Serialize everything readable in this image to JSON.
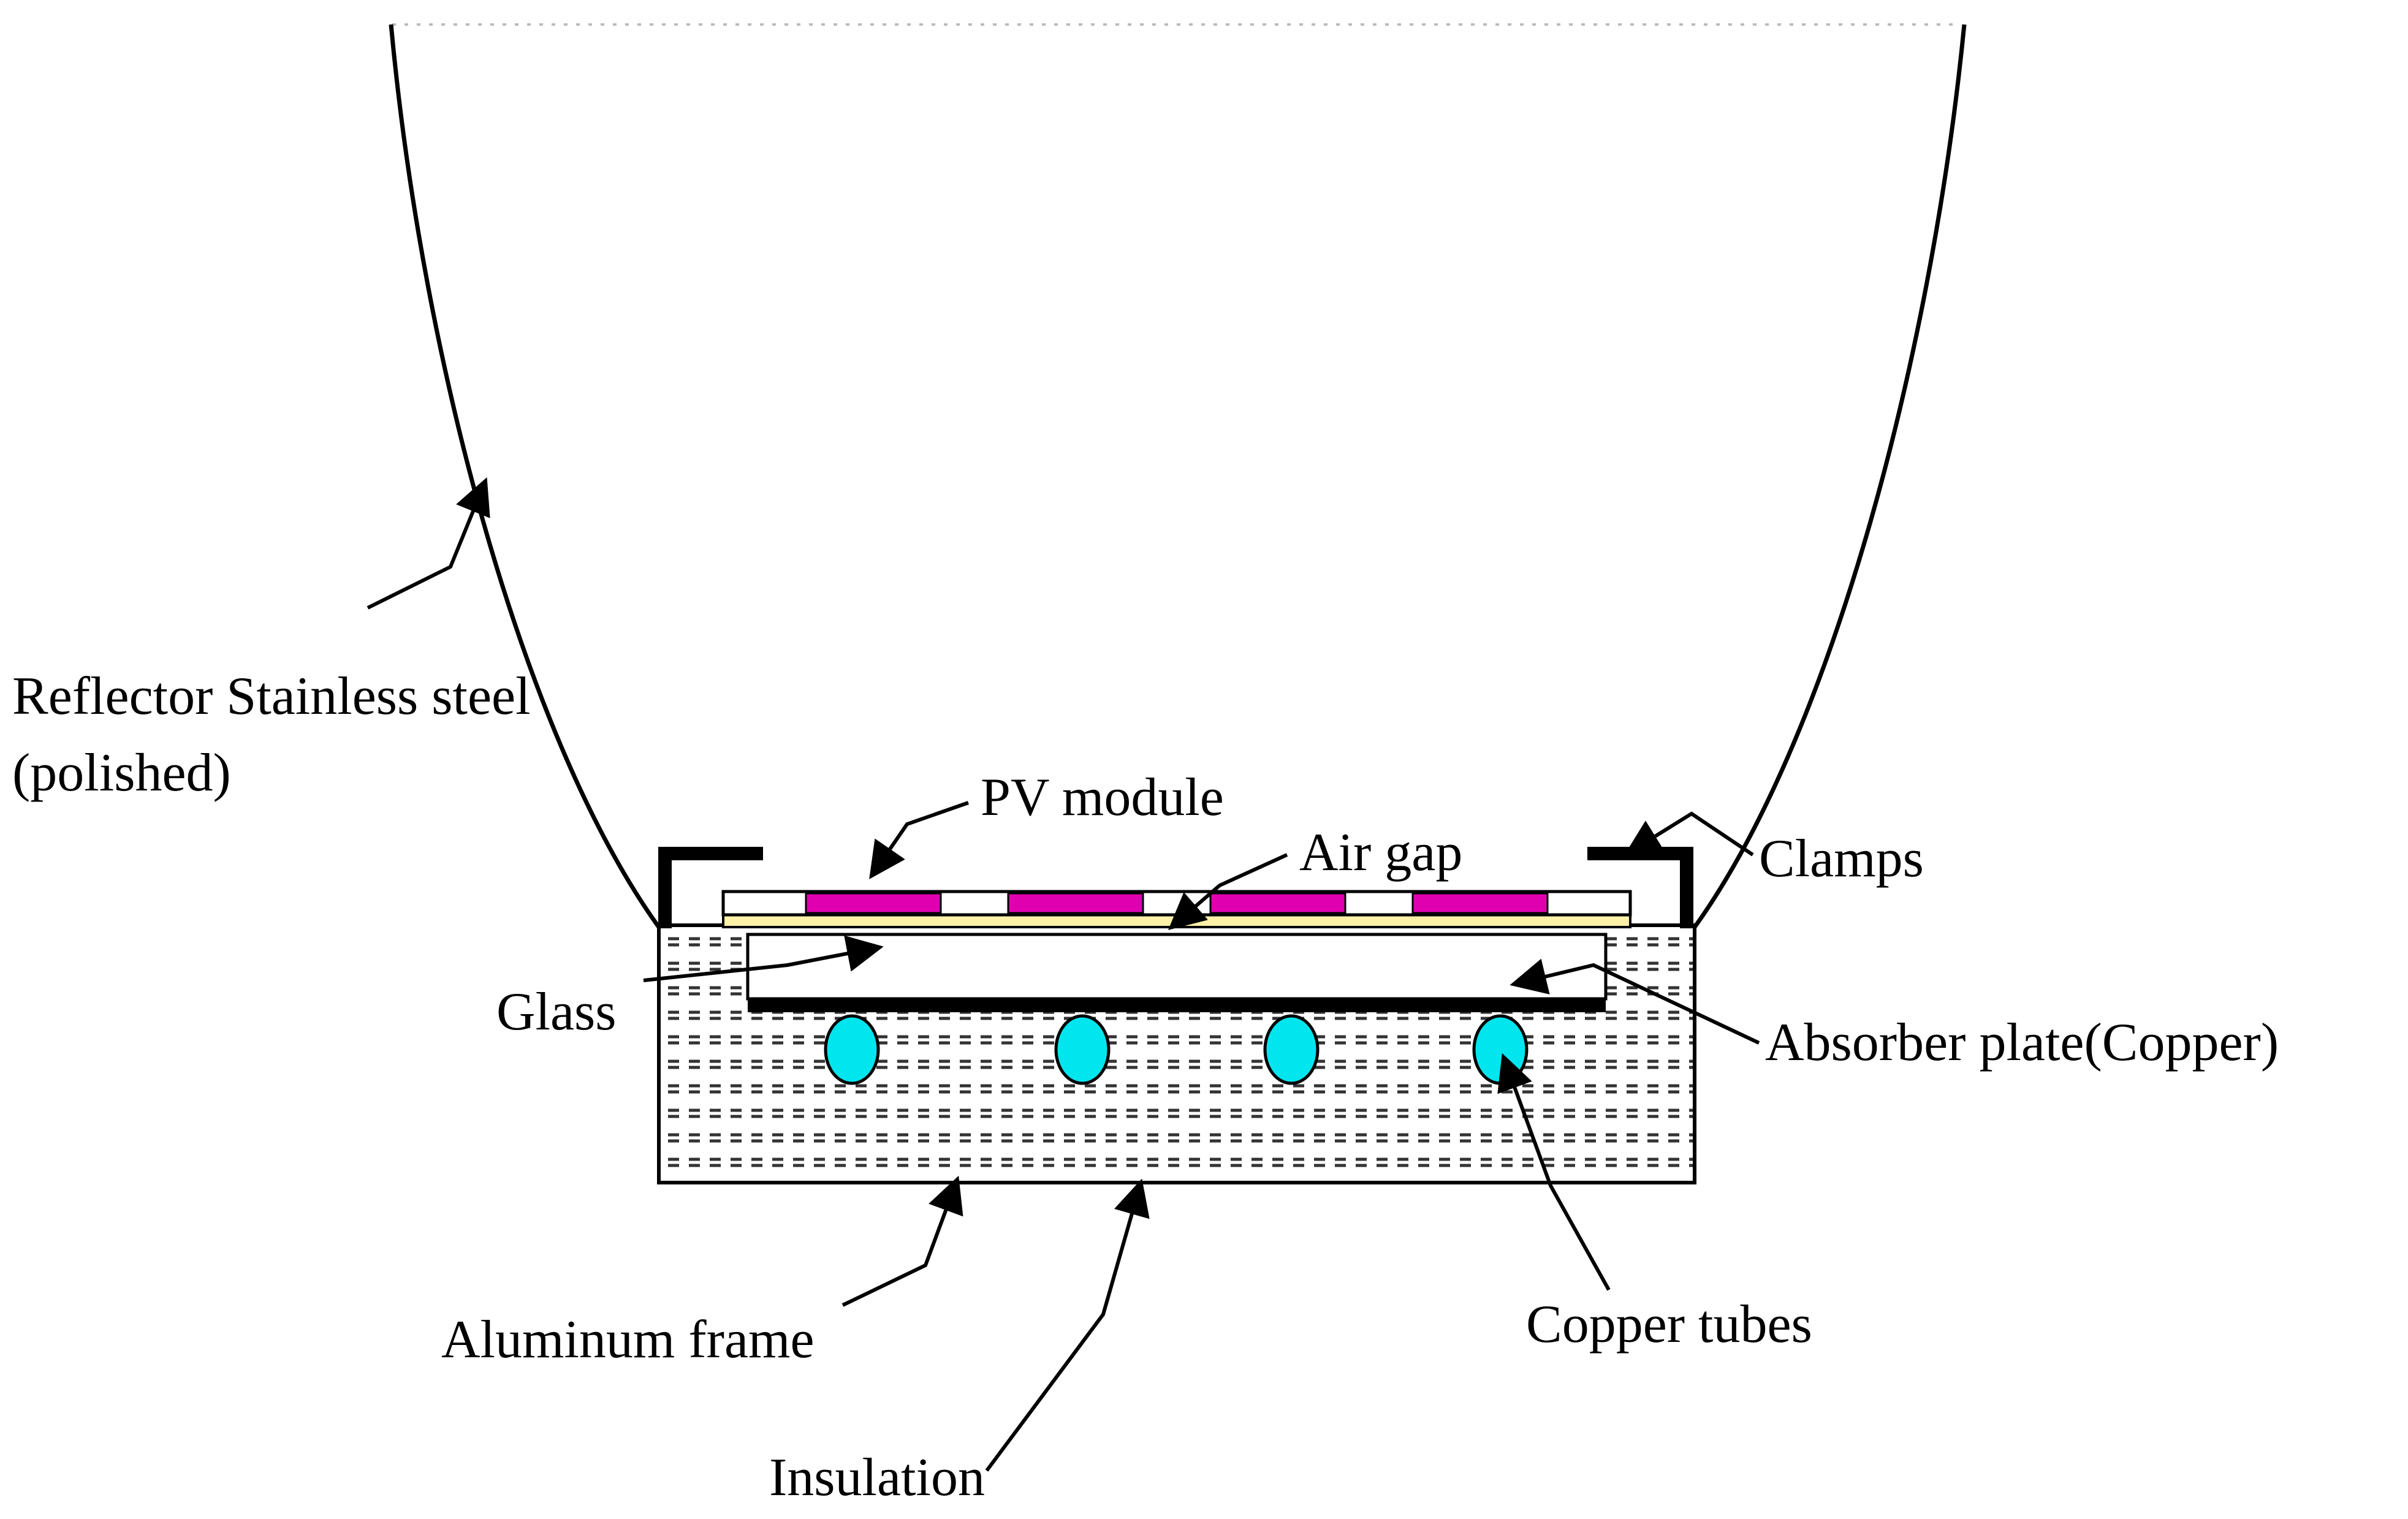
{
  "labels": {
    "reflector_line1": "Reflector Stainless steel",
    "reflector_line2": "(polished)",
    "pv_module": "PV module",
    "air_gap": "Air gap",
    "clamps": "Clamps",
    "glass": "Glass",
    "absorber_plate": "Absorber plate(Copper)",
    "aluminum_frame": "Aluminum frame",
    "copper_tubes": "Copper tubes",
    "insulation": "Insulation"
  },
  "colors": {
    "pv_cell": "#e000b0",
    "eva_layer": "#fff2a8",
    "copper_tube": "#00e5ee",
    "line": "#000000",
    "insulation_dash": "#333333"
  },
  "icons": {
    "pointer_arrow": "arrow-leader",
    "tube": "ellipse"
  }
}
